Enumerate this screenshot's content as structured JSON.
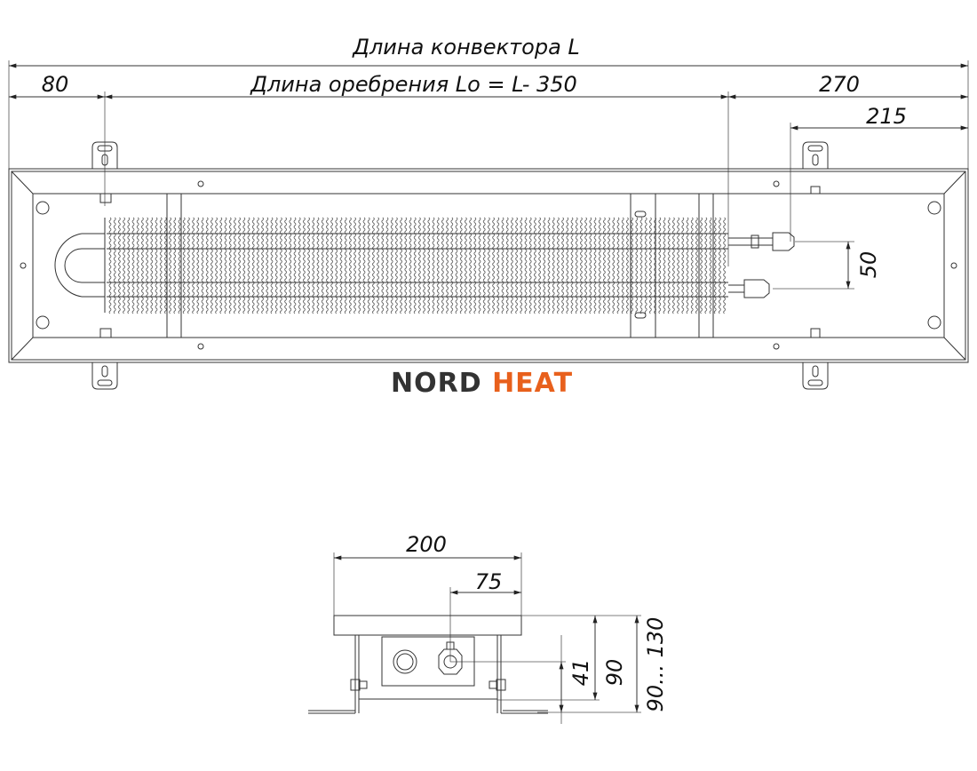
{
  "top_view": {
    "total_length_label": "Длина конвектора L",
    "left_offset": "80",
    "fin_length_label": "Длина оребрения Lo = L- 350",
    "right_offset": "270",
    "inlet_offset": "215",
    "pipe_spacing": "50"
  },
  "logo": {
    "part1": "NORD",
    "part2": "HEAT",
    "color1": "#333333",
    "color2": "#e8601c"
  },
  "section_view": {
    "width": "200",
    "connection_offset": "75",
    "connection_height": "41",
    "height": "90",
    "height_range": "90... 130"
  }
}
